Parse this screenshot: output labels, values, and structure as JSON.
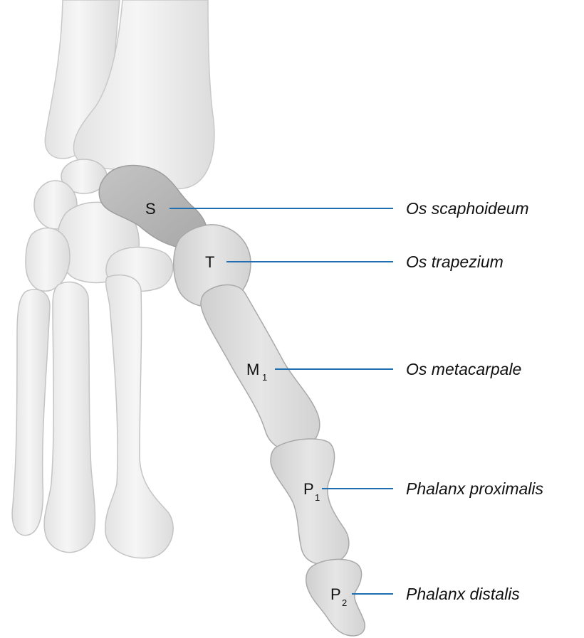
{
  "labels": [
    {
      "id": "scaphoid",
      "abbr": "S",
      "sub": "",
      "term": "Os scaphoideum"
    },
    {
      "id": "trapezium",
      "abbr": "T",
      "sub": "",
      "term": "Os trapezium"
    },
    {
      "id": "metacarpal",
      "abbr": "M",
      "sub": "1",
      "term": "Os metacarpale"
    },
    {
      "id": "proximal-phalanx",
      "abbr": "P",
      "sub": "1",
      "term": "Phalanx proximalis"
    },
    {
      "id": "distal-phalanx",
      "abbr": "P",
      "sub": "2",
      "term": "Phalanx distalis"
    }
  ],
  "colors": {
    "leader_line": "#1f6fb0",
    "bone_light": "#efefef",
    "bone_outline": "#c9c9c9",
    "thumb_bone": "#dadada",
    "scaphoid_bone": "#b9b9b9",
    "text": "#111111"
  }
}
